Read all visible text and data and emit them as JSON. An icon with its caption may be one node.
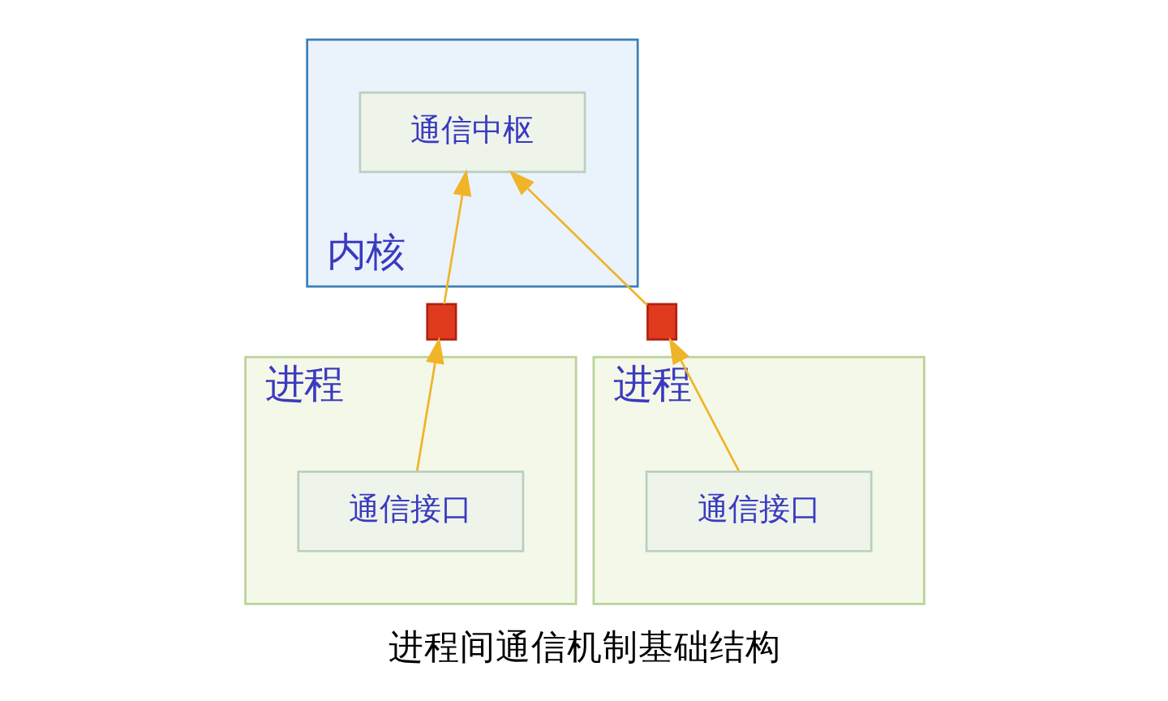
{
  "diagram": {
    "caption": "进程间通信机制基础结构",
    "nodes": [
      {
        "text": [
          "内核"
        ]
      },
      {
        "text": [
          "通信中枢"
        ],
        "in": 0
      },
      {
        "text": [
          "进程"
        ]
      },
      {
        "text": [
          "通信接口"
        ],
        "in": 2
      },
      {
        "text": [],
        "shape": "bar"
      },
      {
        "text": [
          "进程"
        ]
      },
      {
        "text": [
          "通信接口"
        ],
        "in": 5
      },
      {
        "text": [],
        "shape": "bar"
      }
    ],
    "edges": [
      {
        "from": 3,
        "to": 4,
        "arrow": "to"
      },
      {
        "from": 4,
        "to": 1,
        "arrow": "to"
      },
      {
        "from": 6,
        "to": 7,
        "arrow": "to"
      },
      {
        "from": 7,
        "to": 1,
        "arrow": "to"
      }
    ]
  }
}
